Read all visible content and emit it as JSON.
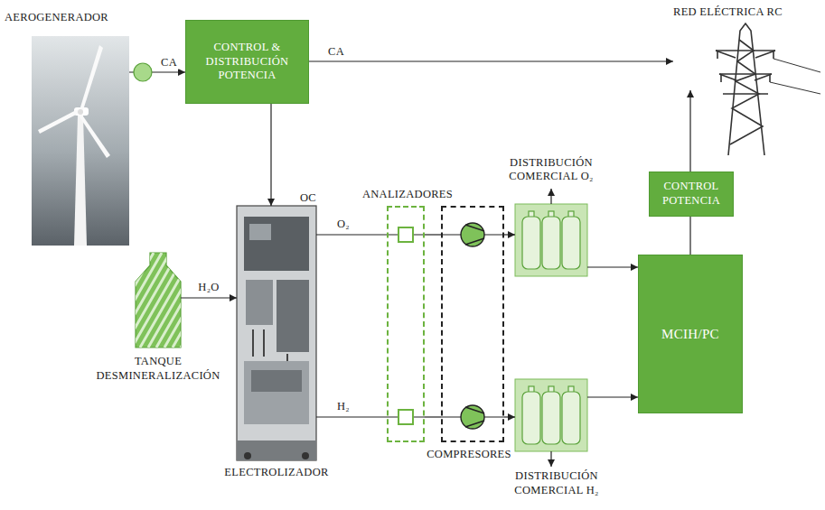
{
  "diagram": {
    "nodes": [
      {
        "text": [
          "AEROGENERADOR"
        ]
      },
      {
        "text": [
          "CONTROL & DISTRIBUCIÓN POTENCIA"
        ]
      },
      {
        "text": [
          "RED ELÉCTRICA RC"
        ]
      },
      {
        "text": [
          "CONTROL POTENCIA"
        ]
      },
      {
        "text": [
          "DISTRIBUCIÓN COMERCIAL O₂"
        ]
      },
      {
        "text": [
          "ANALIZADORES"
        ]
      },
      {
        "text": [
          "ELECTROLIZADOR"
        ]
      },
      {
        "text": [
          "COMPRESORES"
        ]
      },
      {
        "text": [
          "MCIH/PC"
        ]
      },
      {
        "text": [
          "TANQUE DESMINERALIZACIÓN"
        ]
      },
      {
        "text": [
          "DISTRIBUCIÓN COMERCIAL H₂"
        ]
      }
    ],
    "edges": [
      {
        "from": 0,
        "to": 1,
        "arrow": "to",
        "label": "CA"
      },
      {
        "from": 1,
        "to": 2,
        "arrow": "to",
        "label": "CA"
      },
      {
        "from": 1,
        "to": 6,
        "arrow": "to"
      },
      {
        "from": 9,
        "to": 6,
        "arrow": "to",
        "label": "H₂O"
      },
      {
        "from": 6,
        "to": 5,
        "arrow": "none",
        "label": "O₂"
      },
      {
        "from": 6,
        "to": 5,
        "arrow": "none",
        "label": "H₂"
      },
      {
        "from": 5,
        "to": 7,
        "arrow": "none"
      },
      {
        "from": 5,
        "to": 7,
        "arrow": "none"
      },
      {
        "from": 7,
        "to": 4,
        "arrow": "to"
      },
      {
        "from": 7,
        "to": 10,
        "arrow": "to"
      },
      {
        "from": 4,
        "to": 8,
        "arrow": "to"
      },
      {
        "from": 10,
        "to": 8,
        "arrow": "to"
      },
      {
        "from": 8,
        "to": 3,
        "arrow": "none"
      },
      {
        "from": 3,
        "to": 2,
        "arrow": "to"
      }
    ],
    "labels": [
      "OC"
    ]
  }
}
